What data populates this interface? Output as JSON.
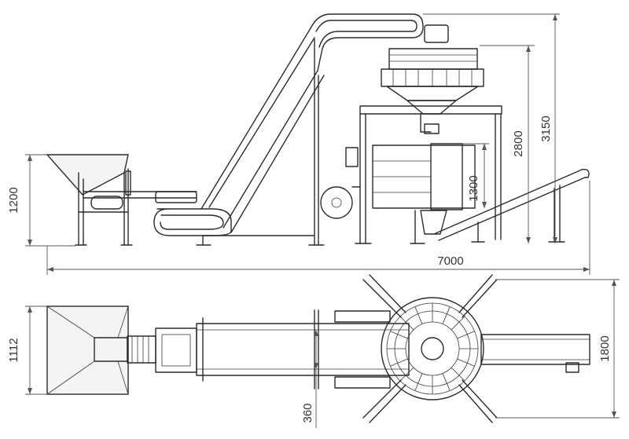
{
  "side_view": {
    "dimensions": {
      "hopper_height": "1200",
      "overall_length": "7000",
      "weigher_height": "2800",
      "overall_height": "3150",
      "bagger_height": "1300"
    }
  },
  "top_view": {
    "dimensions": {
      "hopper_width": "1112",
      "weigher_width": "1800",
      "conveyor_width": "360"
    }
  }
}
